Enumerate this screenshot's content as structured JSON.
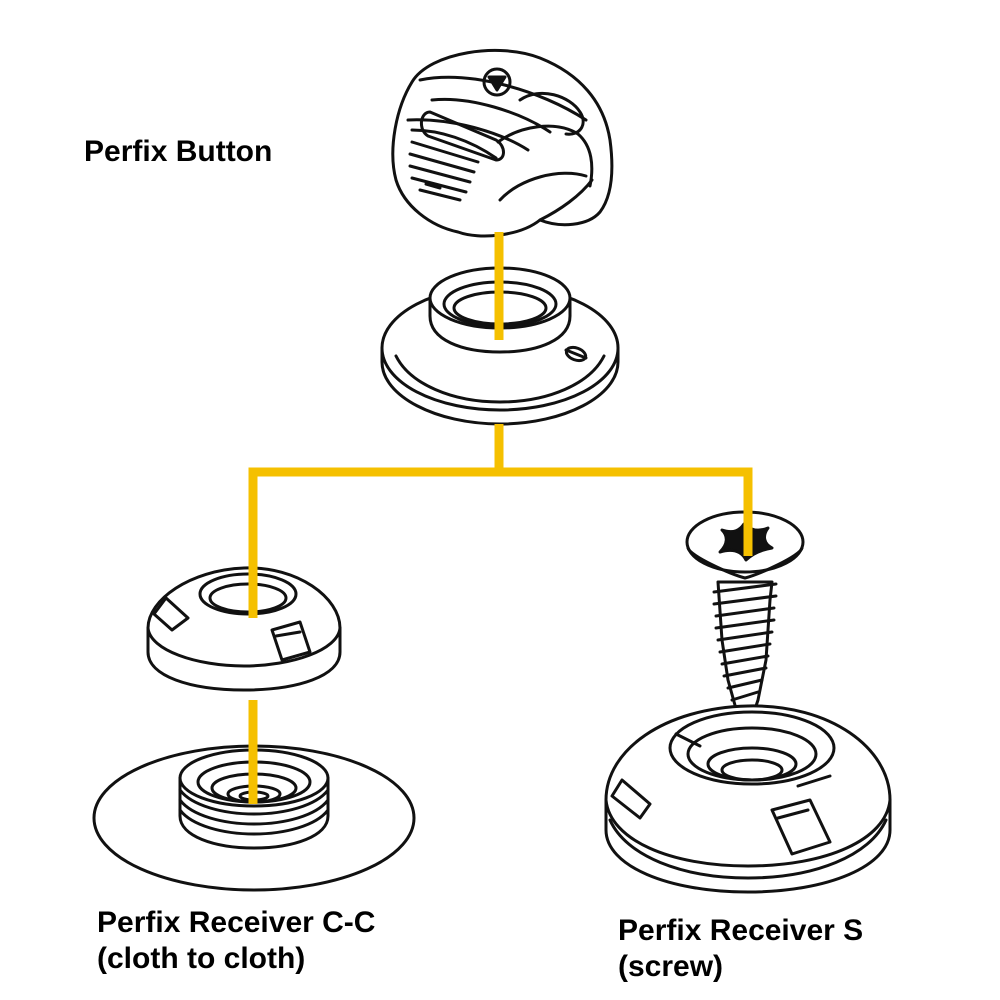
{
  "colors": {
    "connector": "#f5c000",
    "ink": "#111111",
    "background": "#ffffff"
  },
  "labels": {
    "button": "Perfix Button",
    "receiver_cc": {
      "line1": "Perfix Receiver C-C",
      "line2": "(cloth to cloth)"
    },
    "receiver_s": {
      "line1": "Perfix Receiver S",
      "line2": "(screw)"
    }
  },
  "parts": {
    "knob": "perfix-button-knob",
    "base": "perfix-button-base",
    "cap": "receiver-cc-cap",
    "disc": "receiver-cc-disc",
    "screw": "receiver-s-screw",
    "receiver_s": "receiver-s-body"
  }
}
